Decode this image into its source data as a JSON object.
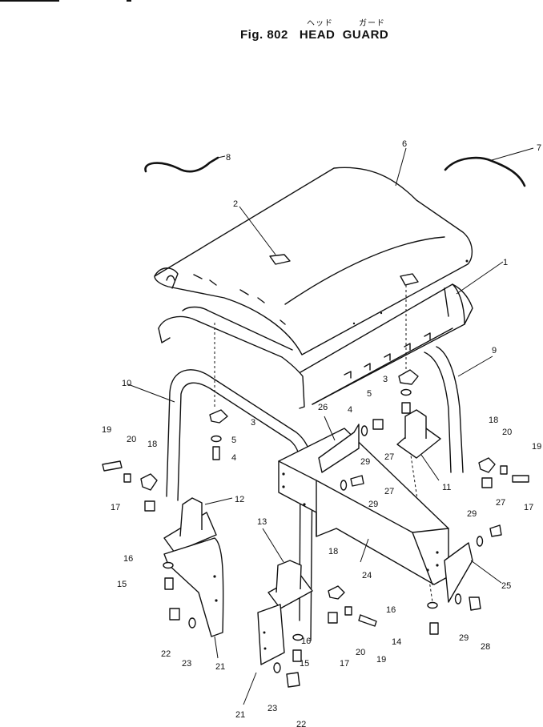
{
  "figure": {
    "kana_left": "ヘッド",
    "kana_right": "ガード",
    "fig_label": "Fig.",
    "fig_number": "802",
    "title_word1": "HEAD",
    "title_word2": "GUARD"
  },
  "callouts": [
    "1",
    "2",
    "3",
    "3",
    "4",
    "4",
    "5",
    "5",
    "6",
    "7",
    "8",
    "9",
    "10",
    "11",
    "12",
    "13",
    "14",
    "15",
    "15",
    "16",
    "16",
    "16",
    "17",
    "17",
    "17",
    "18",
    "18",
    "18",
    "19",
    "19",
    "19",
    "20",
    "20",
    "20",
    "21",
    "21",
    "22",
    "22",
    "23",
    "23",
    "24",
    "25",
    "26",
    "27",
    "27",
    "27",
    "28",
    "29",
    "29",
    "29",
    "29"
  ]
}
